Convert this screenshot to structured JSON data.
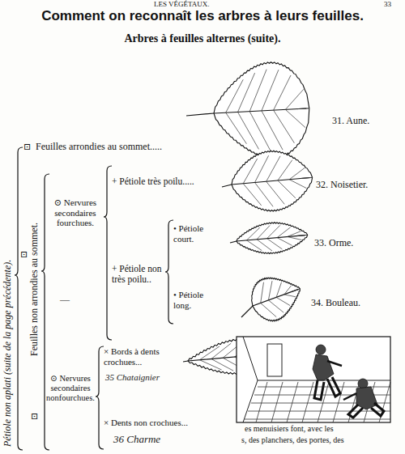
{
  "diagram": {
    "title": "Comment on reconnaît les arbres à leurs feuilles.",
    "labels": [
      "LES VÉGÉTAUX.",
      "33",
      "Arbres à feuilles alternes (suite).",
      "Pétiole non aplati (suite de la page précédente).",
      "⊡",
      "Feuilles arrondies au sommet.....",
      "31. Aune.",
      "⊡",
      "Feuilles non arrondies au sommet.",
      "⊡",
      "⊙ Nervures secondaires fourchues.",
      "+ Pétiole très poilu.....",
      "32. Noisetier.",
      "+ Pétiole non très poilu..",
      "• Pétiole court.",
      "33. Orme.",
      "• Pétiole long.",
      "34. Bouleau.",
      "—",
      "⊙ Nervures secondaires nonfourchues.",
      "× Bords à dents crochues...",
      "35 Chataignier",
      "× Dents non crochues...",
      "36 Charme",
      "es menuisiers font, avec les",
      "s, des planchers, des portes, des"
    ]
  }
}
